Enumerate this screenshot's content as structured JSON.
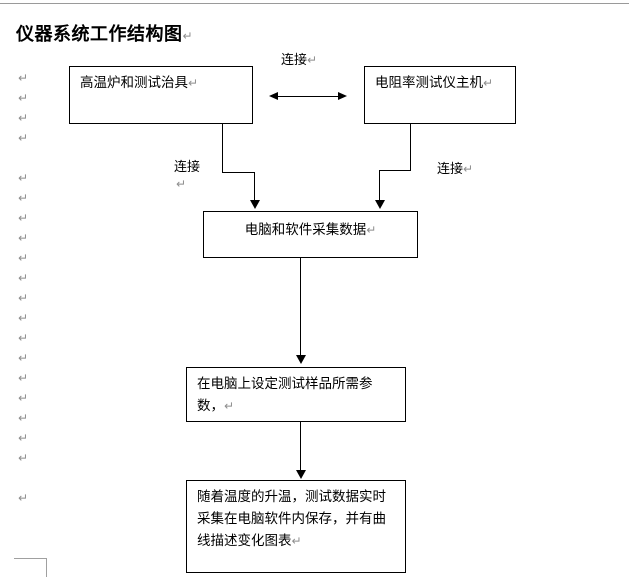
{
  "document": {
    "title": "仪器系统工作结构图",
    "pilcrow": "↵"
  },
  "flowchart": {
    "nodes": [
      {
        "id": "furnace",
        "label": "高温炉和测试治具",
        "align": "left"
      },
      {
        "id": "host",
        "label": "电阻率测试仪主机",
        "align": "left"
      },
      {
        "id": "pc",
        "label": "电脑和软件采集数据",
        "align": "center"
      },
      {
        "id": "setparams",
        "label": "在电脑上设定测试样品所需参数，",
        "align": "left"
      },
      {
        "id": "record",
        "label": "随着温度的升温，测试数据实时采集在电脑软件内保存，并有曲线描述变化图表",
        "align": "left"
      }
    ],
    "edge_labels": [
      {
        "id": "link-top",
        "label": "连接"
      },
      {
        "id": "link-left",
        "label": "连接"
      },
      {
        "id": "link-right",
        "label": "连接"
      }
    ]
  },
  "margin_marks": {
    "glyph": "↵",
    "tops": [
      72,
      92,
      112,
      132,
      172,
      192,
      212,
      232,
      252,
      272,
      292,
      312,
      332,
      352,
      372,
      392,
      412,
      432,
      452,
      492
    ]
  },
  "colors": {
    "page_background": "#ffffff",
    "ink": "#000000",
    "margin_mark": "#8d8d8d",
    "rule": "#9a9a9a"
  }
}
